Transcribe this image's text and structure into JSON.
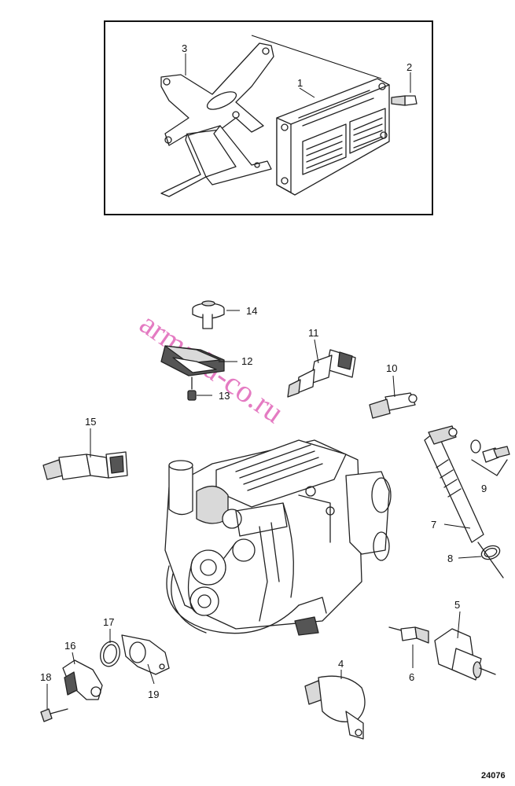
{
  "diagram": {
    "watermark": "armada-co.ru",
    "figure_code": "24076",
    "callouts": [
      "1",
      "2",
      "3",
      "4",
      "5",
      "6",
      "7",
      "8",
      "9",
      "10",
      "11",
      "12",
      "13",
      "14",
      "15",
      "16",
      "17",
      "18",
      "19"
    ]
  }
}
